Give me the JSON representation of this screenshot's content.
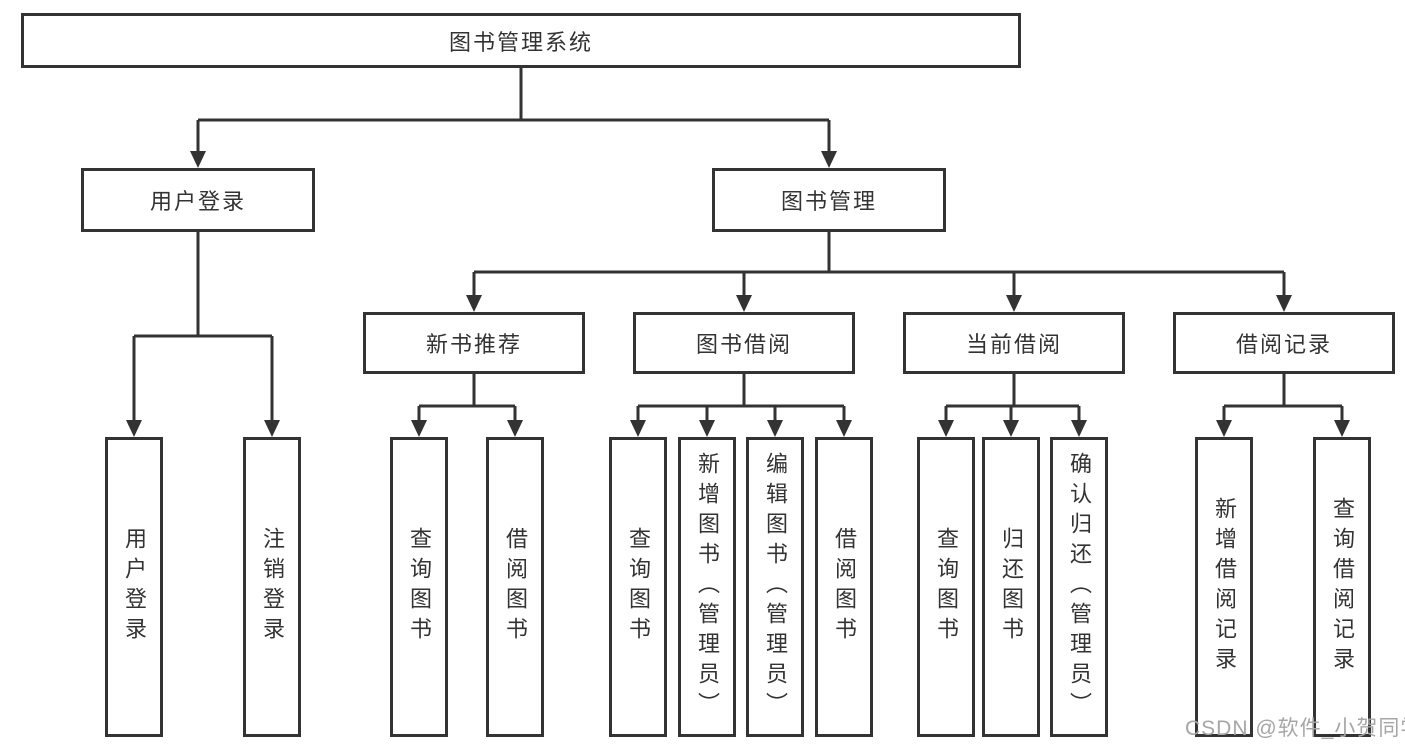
{
  "diagram": {
    "root": {
      "label": "图书管理系统"
    },
    "branches": [
      {
        "label": "用户登录",
        "children": [
          {
            "label": "用户登录"
          },
          {
            "label": "注销登录"
          }
        ]
      },
      {
        "label": "图书管理",
        "children": [
          {
            "label": "新书推荐",
            "children": [
              {
                "label": "查询图书"
              },
              {
                "label": "借阅图书"
              }
            ]
          },
          {
            "label": "图书借阅",
            "children": [
              {
                "label": "查询图书"
              },
              {
                "label": "新增图书（管理员）"
              },
              {
                "label": "编辑图书（管理员）"
              },
              {
                "label": "借阅图书"
              }
            ]
          },
          {
            "label": "当前借阅",
            "children": [
              {
                "label": "查询图书"
              },
              {
                "label": "归还图书"
              },
              {
                "label": "确认归还（管理员）"
              }
            ]
          },
          {
            "label": "借阅记录",
            "children": [
              {
                "label": "新增借阅记录"
              },
              {
                "label": "查询借阅记录"
              }
            ]
          }
        ]
      }
    ],
    "watermark": {
      "text": "CSDN @软件_小贺同学"
    },
    "colors": {
      "line": "#333333",
      "box_border": "#333333",
      "box_fill": "#ffffff",
      "text": "#333333",
      "watermark": "#a6a6a6",
      "background": "#ffffff"
    }
  }
}
